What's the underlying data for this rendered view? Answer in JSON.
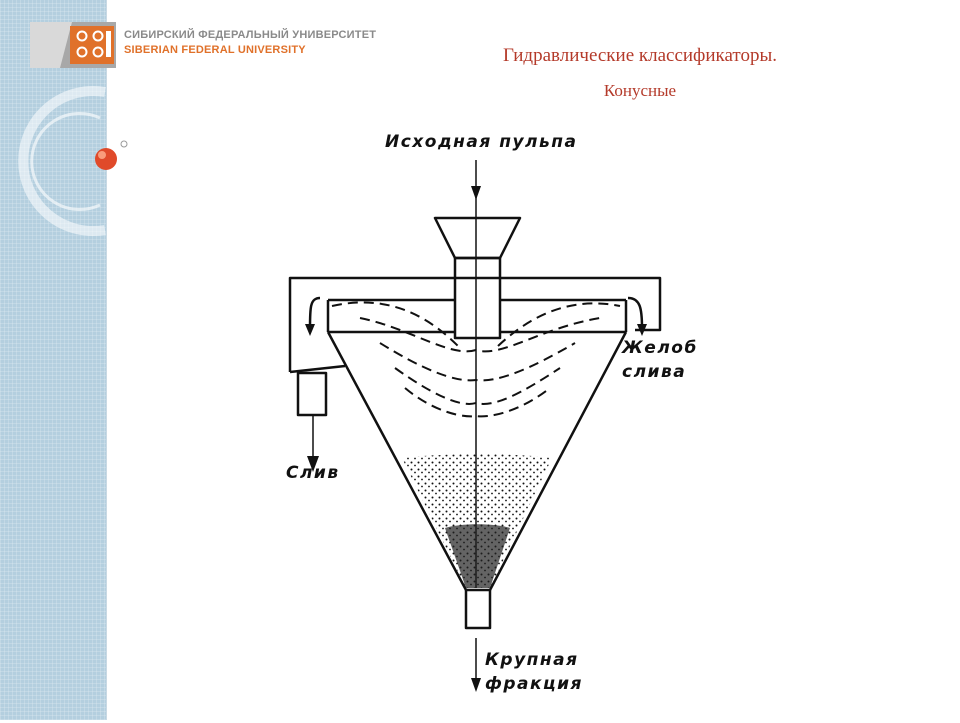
{
  "header": {
    "university_ru": "СИБИРСКИЙ ФЕДЕРАЛЬНЫЙ УНИВЕРСИТЕТ",
    "university_en": "SIBERIAN FEDERAL UNIVERSITY"
  },
  "slide": {
    "title": "Гидравлические  классификаторы.",
    "subtitle": "Конусные"
  },
  "diagram": {
    "labels": {
      "feed": "Исходная пульпа",
      "trough_line1": "Желоб",
      "trough_line2": "слива",
      "overflow": "Слив",
      "coarse_line1": "Крупная",
      "coarse_line2": "фракция"
    }
  },
  "colors": {
    "title": "#b43a2a",
    "uni_ru": "#8a8a8a",
    "uni_en": "#e0712a",
    "band": "#b4cfdf",
    "ball": "#e04a2a"
  }
}
